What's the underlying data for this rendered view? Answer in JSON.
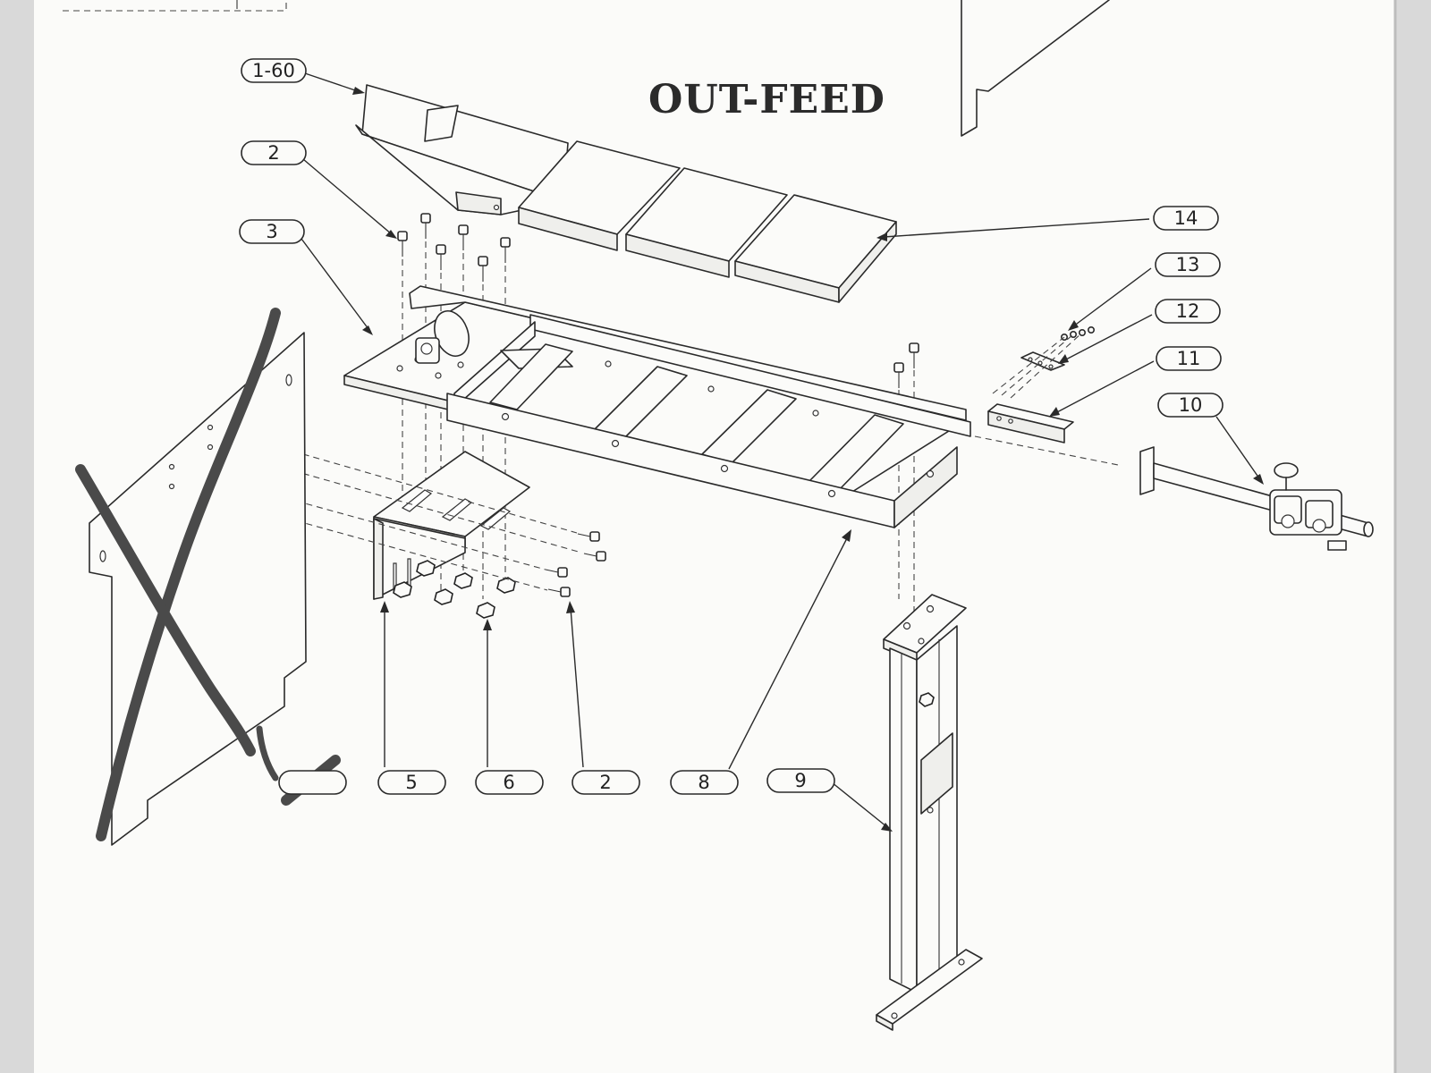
{
  "diagram": {
    "title": "OUT-FEED",
    "callouts": [
      {
        "id": "c1",
        "label": "1-60"
      },
      {
        "id": "c2a",
        "label": "2"
      },
      {
        "id": "c3",
        "label": "3"
      },
      {
        "id": "c14",
        "label": "14"
      },
      {
        "id": "c13",
        "label": "13"
      },
      {
        "id": "c12",
        "label": "12"
      },
      {
        "id": "c11",
        "label": "11"
      },
      {
        "id": "c10",
        "label": "10"
      },
      {
        "id": "c4",
        "label": ""
      },
      {
        "id": "c5",
        "label": "5"
      },
      {
        "id": "c6",
        "label": "6"
      },
      {
        "id": "c2b",
        "label": "2"
      },
      {
        "id": "c8",
        "label": "8"
      },
      {
        "id": "c9",
        "label": "9"
      }
    ]
  },
  "colors": {
    "paper": "#fbfbf9",
    "ink": "#2a2a2a",
    "marker": "#4a4a4a",
    "background": "#d9d9d9"
  }
}
